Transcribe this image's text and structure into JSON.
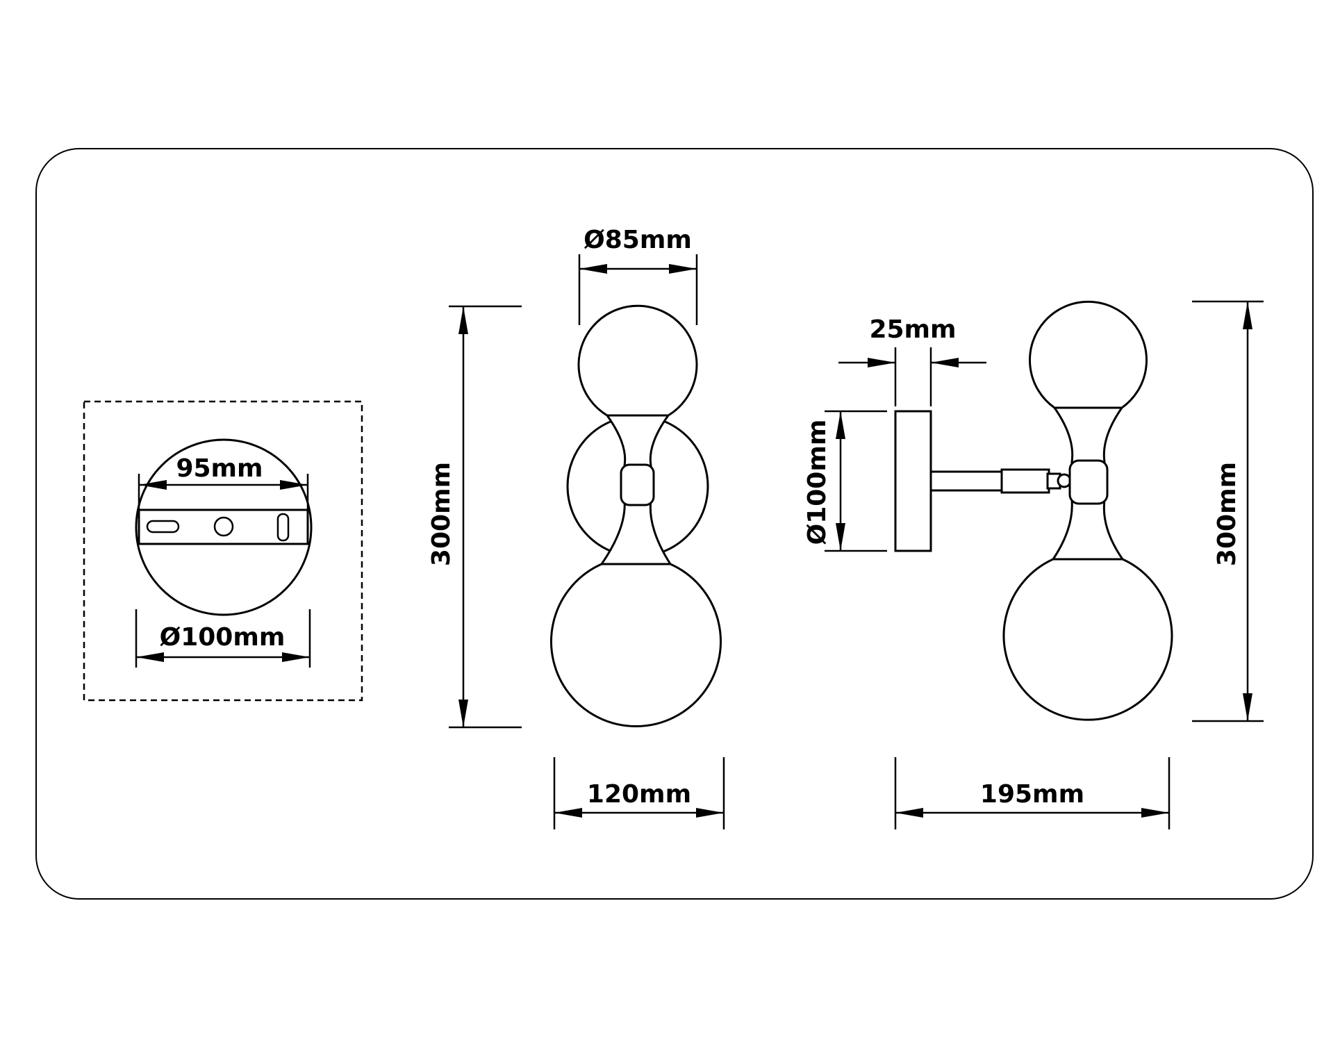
{
  "colors": {
    "line": "#000000",
    "background": "#ffffff"
  },
  "mount_plate_view": {
    "slot_spacing_label": "95mm",
    "plate_diameter_label": "Ø100mm"
  },
  "front_view": {
    "shade_diameter_label": "Ø85mm",
    "height_label": "300mm",
    "width_label": "120mm"
  },
  "side_view": {
    "backplate_depth_label": "25mm",
    "backplate_diameter_label": "Ø100mm",
    "height_label": "300mm",
    "projection_label": "195mm"
  }
}
